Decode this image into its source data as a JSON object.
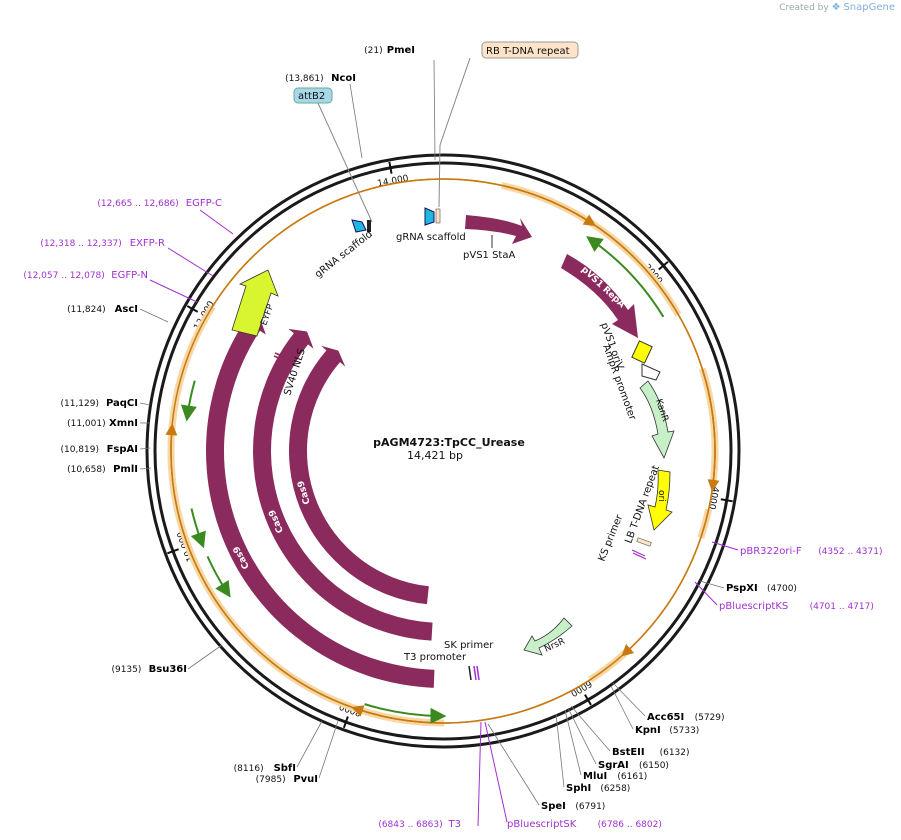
{
  "brand": {
    "created_by": "Created by",
    "app": "SnapGene"
  },
  "plasmid": {
    "name": "pAGM4723:TpCC_Urease",
    "length_label": "14,421 bp"
  },
  "ticks": [
    {
      "label": "2000"
    },
    {
      "label": "4000"
    },
    {
      "label": "6000"
    },
    {
      "label": "8000"
    },
    {
      "label": "10,000"
    },
    {
      "label": "12,000"
    },
    {
      "label": "14,000"
    }
  ],
  "sites": [
    {
      "name": "PmeI",
      "pos": "(21)"
    },
    {
      "name": "NcoI",
      "pos": "(13,861)"
    },
    {
      "name": "AscI",
      "pos": "(11,824)"
    },
    {
      "name": "PaqCI",
      "pos": "(11,129)"
    },
    {
      "name": "XmnI",
      "pos": "(11,001)"
    },
    {
      "name": "FspAI",
      "pos": "(10,819)"
    },
    {
      "name": "PmlI",
      "pos": "(10,658)"
    },
    {
      "name": "Bsu36I",
      "pos": "(9135)"
    },
    {
      "name": "SbfI",
      "pos": "(8116)"
    },
    {
      "name": "PvuI",
      "pos": "(7985)"
    },
    {
      "name": "PspXI",
      "pos": "(4700)"
    },
    {
      "name": "Acc65I",
      "pos": "(5729)"
    },
    {
      "name": "KpnI",
      "pos": "(5733)"
    },
    {
      "name": "BstEII",
      "pos": "(6132)"
    },
    {
      "name": "SgrAI",
      "pos": "(6150)"
    },
    {
      "name": "MluI",
      "pos": "(6161)"
    },
    {
      "name": "SphI",
      "pos": "(6258)"
    },
    {
      "name": "SpeI",
      "pos": "(6791)"
    }
  ],
  "primers": [
    {
      "name": "EGFP-C",
      "pos": "(12,665 .. 12,686)"
    },
    {
      "name": "EXFP-R",
      "pos": "(12,318 .. 12,337)"
    },
    {
      "name": "EGFP-N",
      "pos": "(12,057 .. 12,078)"
    },
    {
      "name": "pBR322ori-F",
      "pos": "(4352 .. 4371)"
    },
    {
      "name": "pBluescriptKS",
      "pos": "(4701 .. 4717)"
    },
    {
      "name": "T3",
      "pos": "(6843 .. 6863)"
    },
    {
      "name": "pBluescriptSK",
      "pos": "(6786 .. 6802)"
    }
  ],
  "callouts": [
    {
      "label": "RB T-DNA repeat",
      "color": "#fde3c8"
    },
    {
      "label": "attB2",
      "color": "#a8d8e8"
    }
  ],
  "features": {
    "grna1": "gRNA scaffold",
    "grna2": "gRNA scaffold",
    "pvs1_staa": "pVS1 StaA",
    "pvs1_repa": "pVS1 RepA",
    "pvs1_oriv": "pVS1 oriV",
    "ampr_promoter": "AmpR promoter",
    "kanr": "KanR",
    "lb_tdna": "LB T-DNA repeat",
    "ori": "ori",
    "ks_primer": "KS primer",
    "nrsr": "NrsR",
    "sk_primer": "SK primer",
    "t3_promoter": "T3 promoter",
    "eyfp": "EYFP",
    "sv40_nls": "SV40 NLS",
    "cas9_a": "Cas9",
    "cas9_b": "Cas9",
    "cas9_c": "Cas9"
  },
  "colors": {
    "backbone": "#1a1a1a",
    "cds": "#8b2a5c",
    "orange_hl": "#f5c27a",
    "orange_arrow": "#c87a10",
    "green_hl": "#f5c27a",
    "green_arrow": "#3a8a20",
    "kanr": "#c8f0c8",
    "ori": "#ffff00",
    "eyfp": "#d8f530",
    "grna": "#20b8e0",
    "primer": "#a030d0"
  }
}
